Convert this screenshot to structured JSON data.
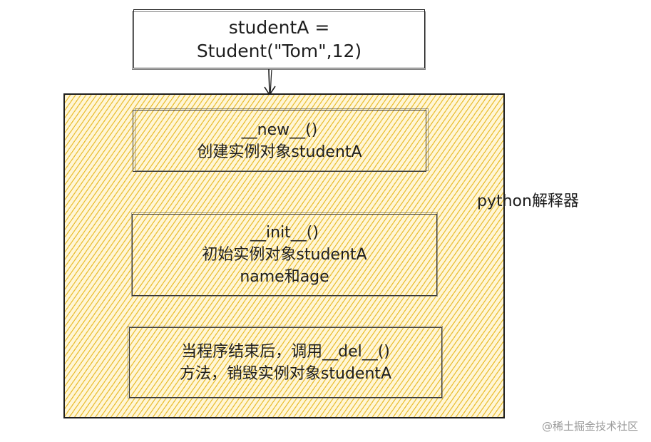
{
  "top_box": {
    "line1": "studentA =",
    "line2": "Student(\"Tom\",12)"
  },
  "interpreter": {
    "label": "python解释器",
    "fill_color": "#fff6d6",
    "hatch_color": "#e8ba28"
  },
  "boxes": {
    "new": {
      "line1": "__new__()",
      "line2": "创建实例对象studentA"
    },
    "init": {
      "line1": "__init__()",
      "line2": "初始实例对象studentA",
      "line3": "name和age"
    },
    "del": {
      "line1": "当程序结束后，调用__del__()",
      "line2": "方法，销毁实例对象studentA"
    }
  },
  "watermark": "@稀土掘金技术社区"
}
